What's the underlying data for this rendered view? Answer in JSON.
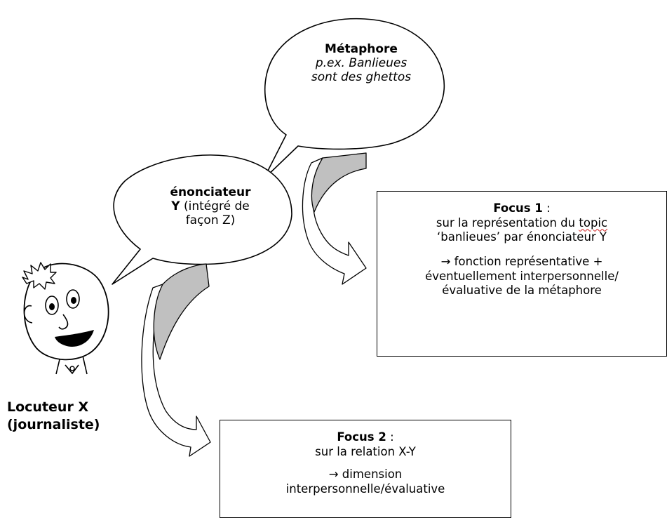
{
  "metaphor_bubble": {
    "title": "Métaphore",
    "example_line1": "p.ex. Banlieues",
    "example_line2": "sont des ghettos"
  },
  "enunciator_bubble": {
    "title": "énonciateur",
    "line2_bold": "Y",
    "line2_rest": " (intégré de",
    "line3": "façon Z)"
  },
  "speaker": {
    "line1_prefix": "Locuteur ",
    "line1_var": "X",
    "line2": "(journaliste)"
  },
  "focus1": {
    "title": "Focus 1",
    "title_suffix": " :",
    "line1_prefix": "sur la représentation du ",
    "line1_flagged": "topic",
    "line2": "‘banlieues’ par énonciateur Y",
    "line3": "→ fonction représentative +",
    "line4": "éventuellement interpersonnelle/",
    "line5": "évaluative de la métaphore"
  },
  "focus2": {
    "title": "Focus 2",
    "title_suffix": " :",
    "line1": "sur la relation X-Y",
    "line2": "→ dimension",
    "line3": "interpersonnelle/évaluative"
  }
}
